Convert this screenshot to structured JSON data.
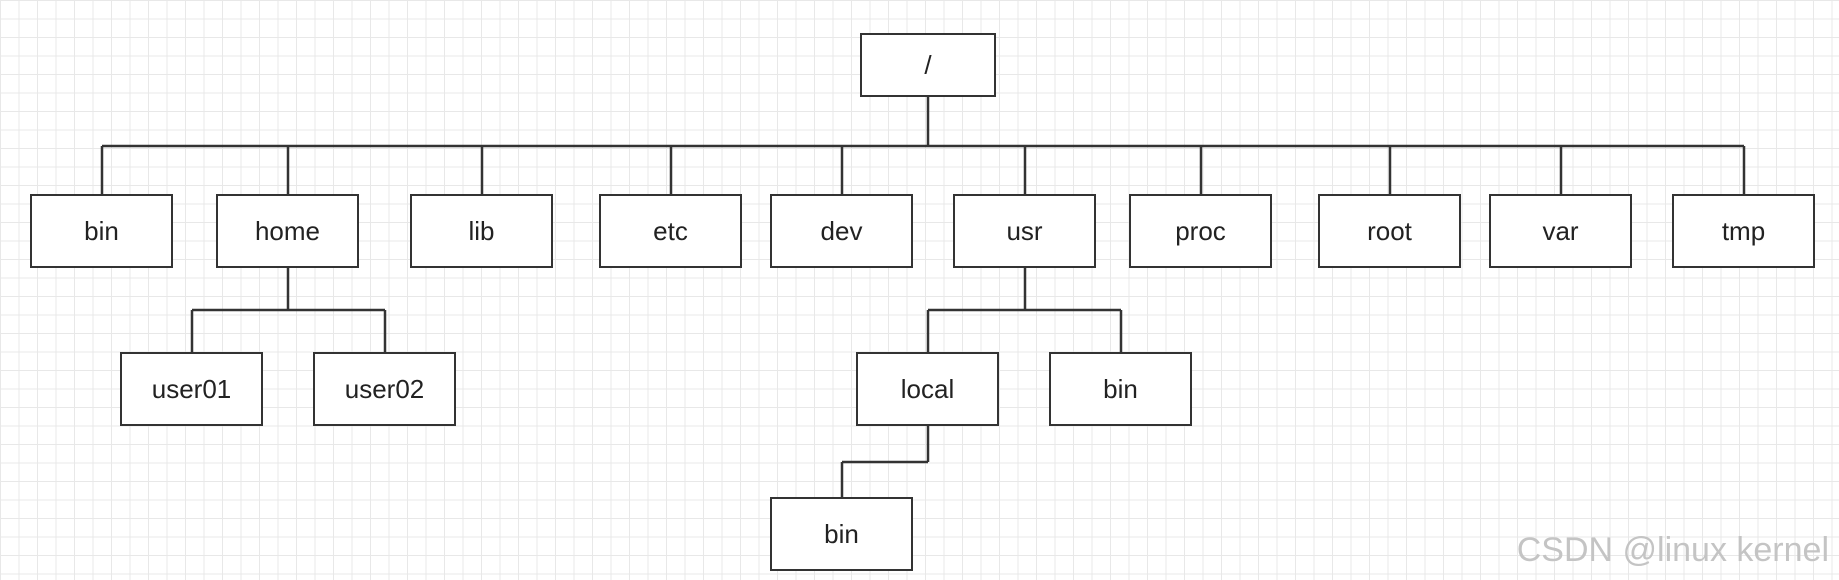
{
  "nodes": {
    "root": "/",
    "bin": "bin",
    "home": "home",
    "lib": "lib",
    "etc": "etc",
    "dev": "dev",
    "usr": "usr",
    "proc": "proc",
    "rootdir": "root",
    "var": "var",
    "tmp": "tmp",
    "user01": "user01",
    "user02": "user02",
    "local": "local",
    "usr_bin": "bin",
    "local_bin": "bin"
  },
  "watermark": "CSDN @linux kernel"
}
